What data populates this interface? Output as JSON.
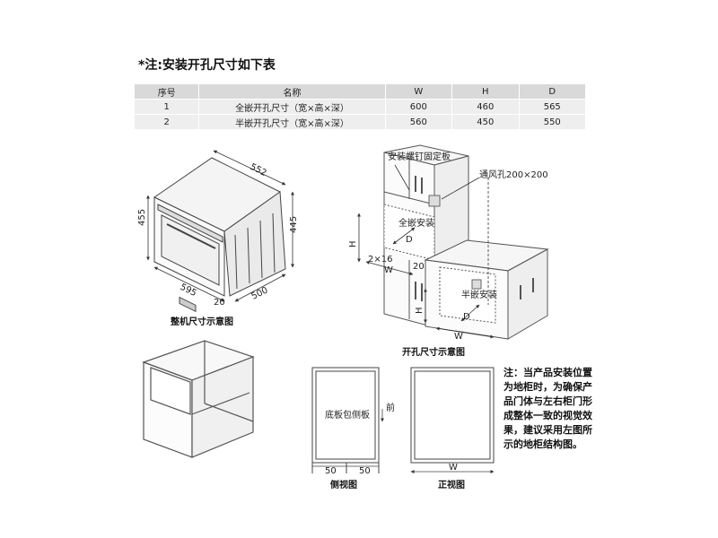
{
  "note_title": "*注:安装开孔尺寸如下表",
  "table": {
    "headers": [
      "序号",
      "名称",
      "W",
      "H",
      "D"
    ],
    "rows": [
      [
        "1",
        "全嵌开孔尺寸（宽×高×深）",
        "600",
        "460",
        "565"
      ],
      [
        "2",
        "半嵌开孔尺寸（宽×高×深）",
        "560",
        "450",
        "550"
      ]
    ]
  },
  "oven": {
    "dim_top": "552",
    "dim_left": "455",
    "dim_right": "445",
    "dim_bottom_front": "595",
    "dim_small": "20",
    "dim_depth": "500",
    "caption": "整机尺寸示意图"
  },
  "cutout": {
    "label_board": "安装螺钉固定板",
    "label_vent": "通风孔200×200",
    "label_full": "全嵌安装",
    "label_half": "半嵌安装",
    "dim_h": "H",
    "dim_d": "D",
    "dim_w": "W",
    "dim_screw": "2×16",
    "dim_20": "20",
    "caption": "开孔尺寸示意图"
  },
  "side_view": {
    "label": "底板包侧板",
    "front": "前",
    "dim_a": "50",
    "dim_b": "50",
    "caption": "侧视图"
  },
  "front_view": {
    "dim_w": "W",
    "caption": "正视图"
  },
  "note_text": "注：当产品安装位置为地柜时，为确保产品门体与左右柜门形成整体一致的视觉效果，建议采用左图所示的地柜结构图。"
}
